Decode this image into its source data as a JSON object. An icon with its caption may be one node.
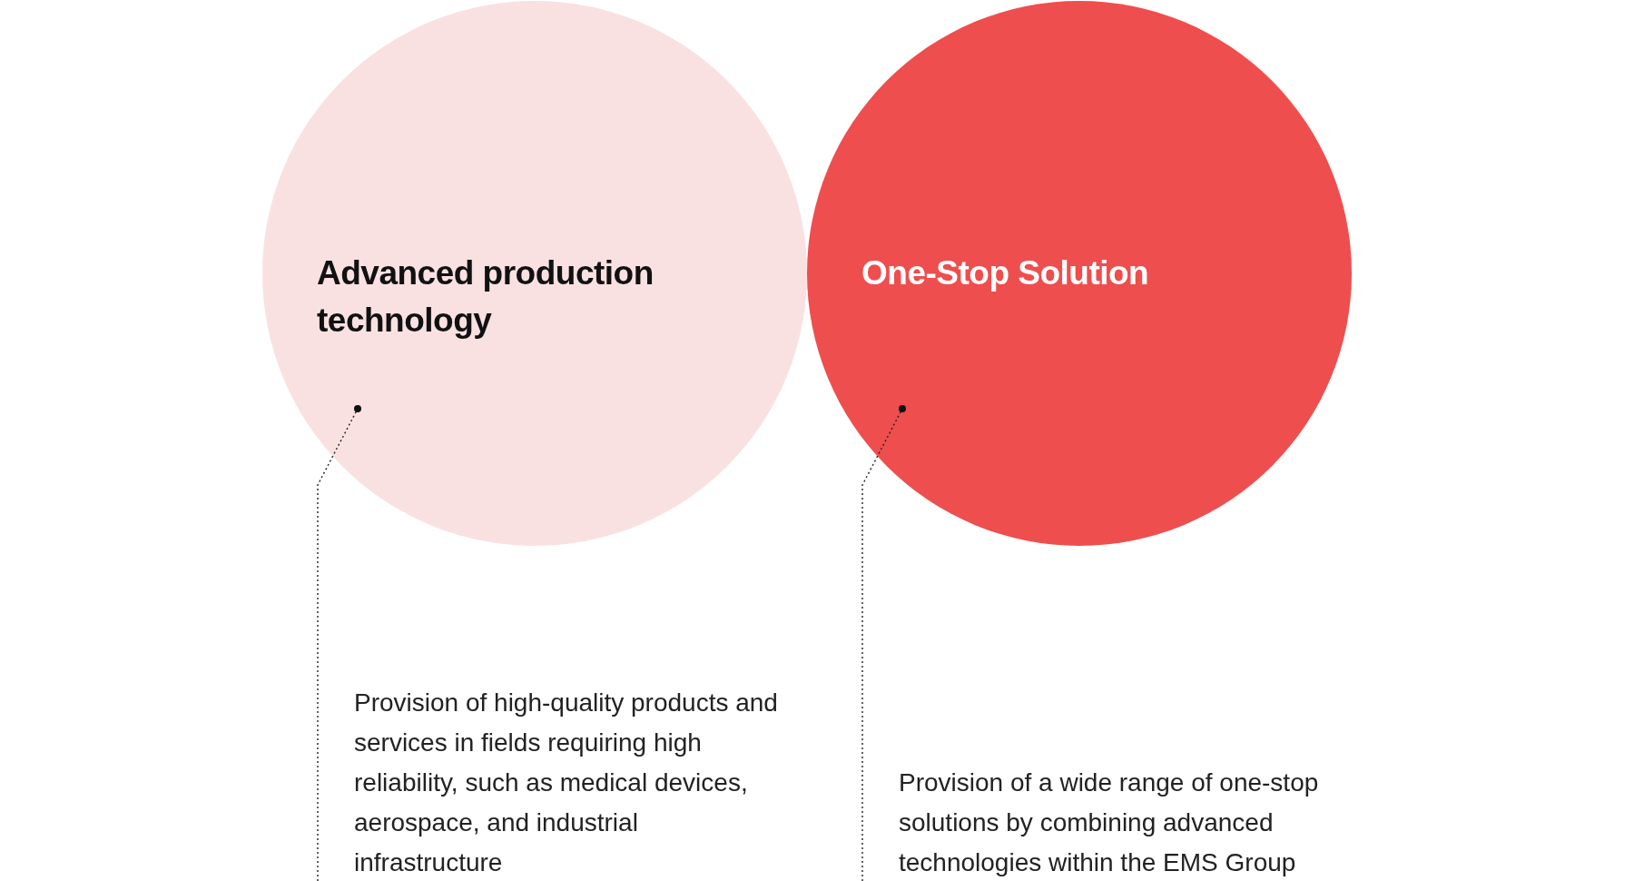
{
  "diagram": {
    "nodes": [
      {
        "text": [
          "Advanced production technology"
        ]
      },
      {
        "text": [
          "One-Stop Solution"
        ]
      }
    ],
    "labels": [
      "Provision of high-quality products and services in fields requiring high reliability, such as medical devices, aerospace, and industrial infrastructure",
      "Provision of a wide range of one-stop solutions by combining advanced technologies within the EMS Group"
    ],
    "edges": [
      {
        "from": null,
        "to": 0,
        "arrow": "other",
        "style": "dashed"
      },
      {
        "from": null,
        "to": 1,
        "arrow": "other",
        "style": "dashed"
      }
    ]
  }
}
